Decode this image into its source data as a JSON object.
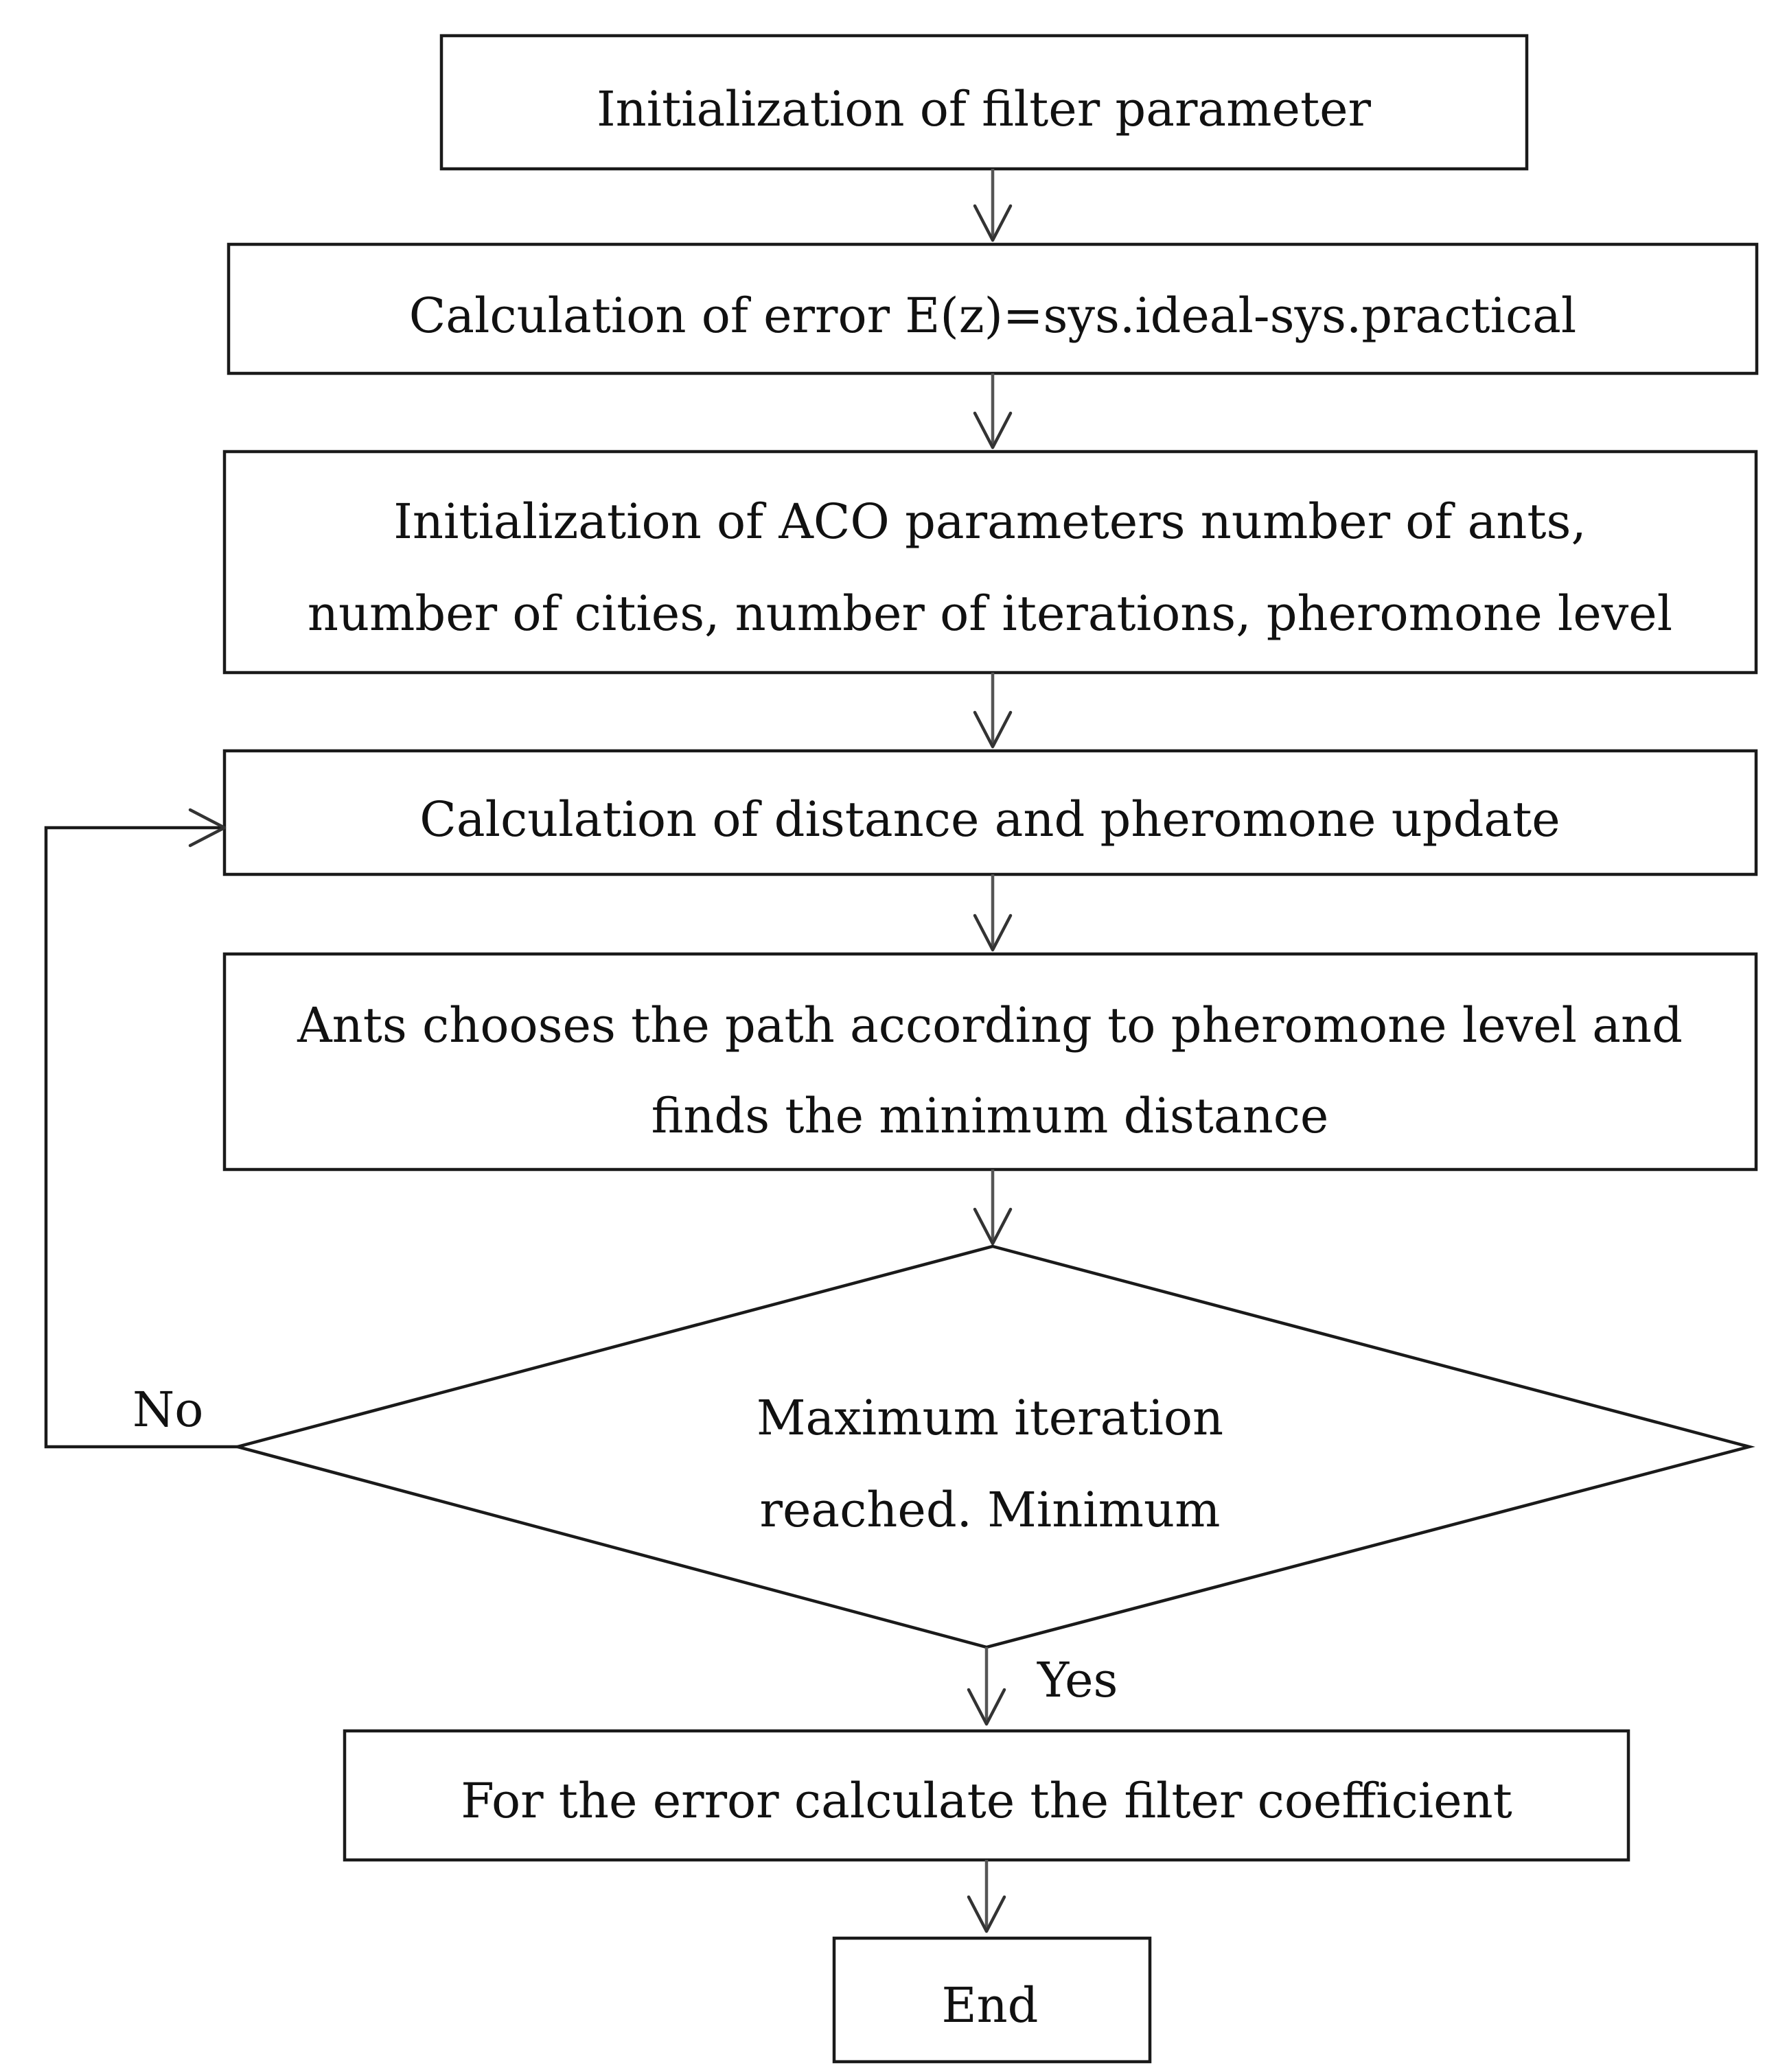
{
  "nodes": {
    "init_filter": {
      "lines": [
        "Initialization of filter parameter"
      ]
    },
    "calc_error": {
      "lines": [
        "Calculation of error E(z)=sys.ideal-sys.practical"
      ]
    },
    "init_aco": {
      "lines": [
        "Initialization of ACO parameters number of ants,",
        "number of cities, number of iterations, pheromone level"
      ]
    },
    "distance_update": {
      "lines": [
        "Calculation of distance and pheromone update"
      ]
    },
    "ants_path": {
      "lines": [
        "Ants chooses the path according to pheromone level and",
        "finds the minimum distance"
      ]
    },
    "decision": {
      "lines": [
        "Maximum iteration",
        "reached. Minimum"
      ]
    },
    "filter_coeff": {
      "lines": [
        "For the error calculate the filter coefficient"
      ]
    },
    "end": {
      "lines": [
        "End"
      ]
    }
  },
  "edges": {
    "no_label": "No",
    "yes_label": "Yes"
  }
}
